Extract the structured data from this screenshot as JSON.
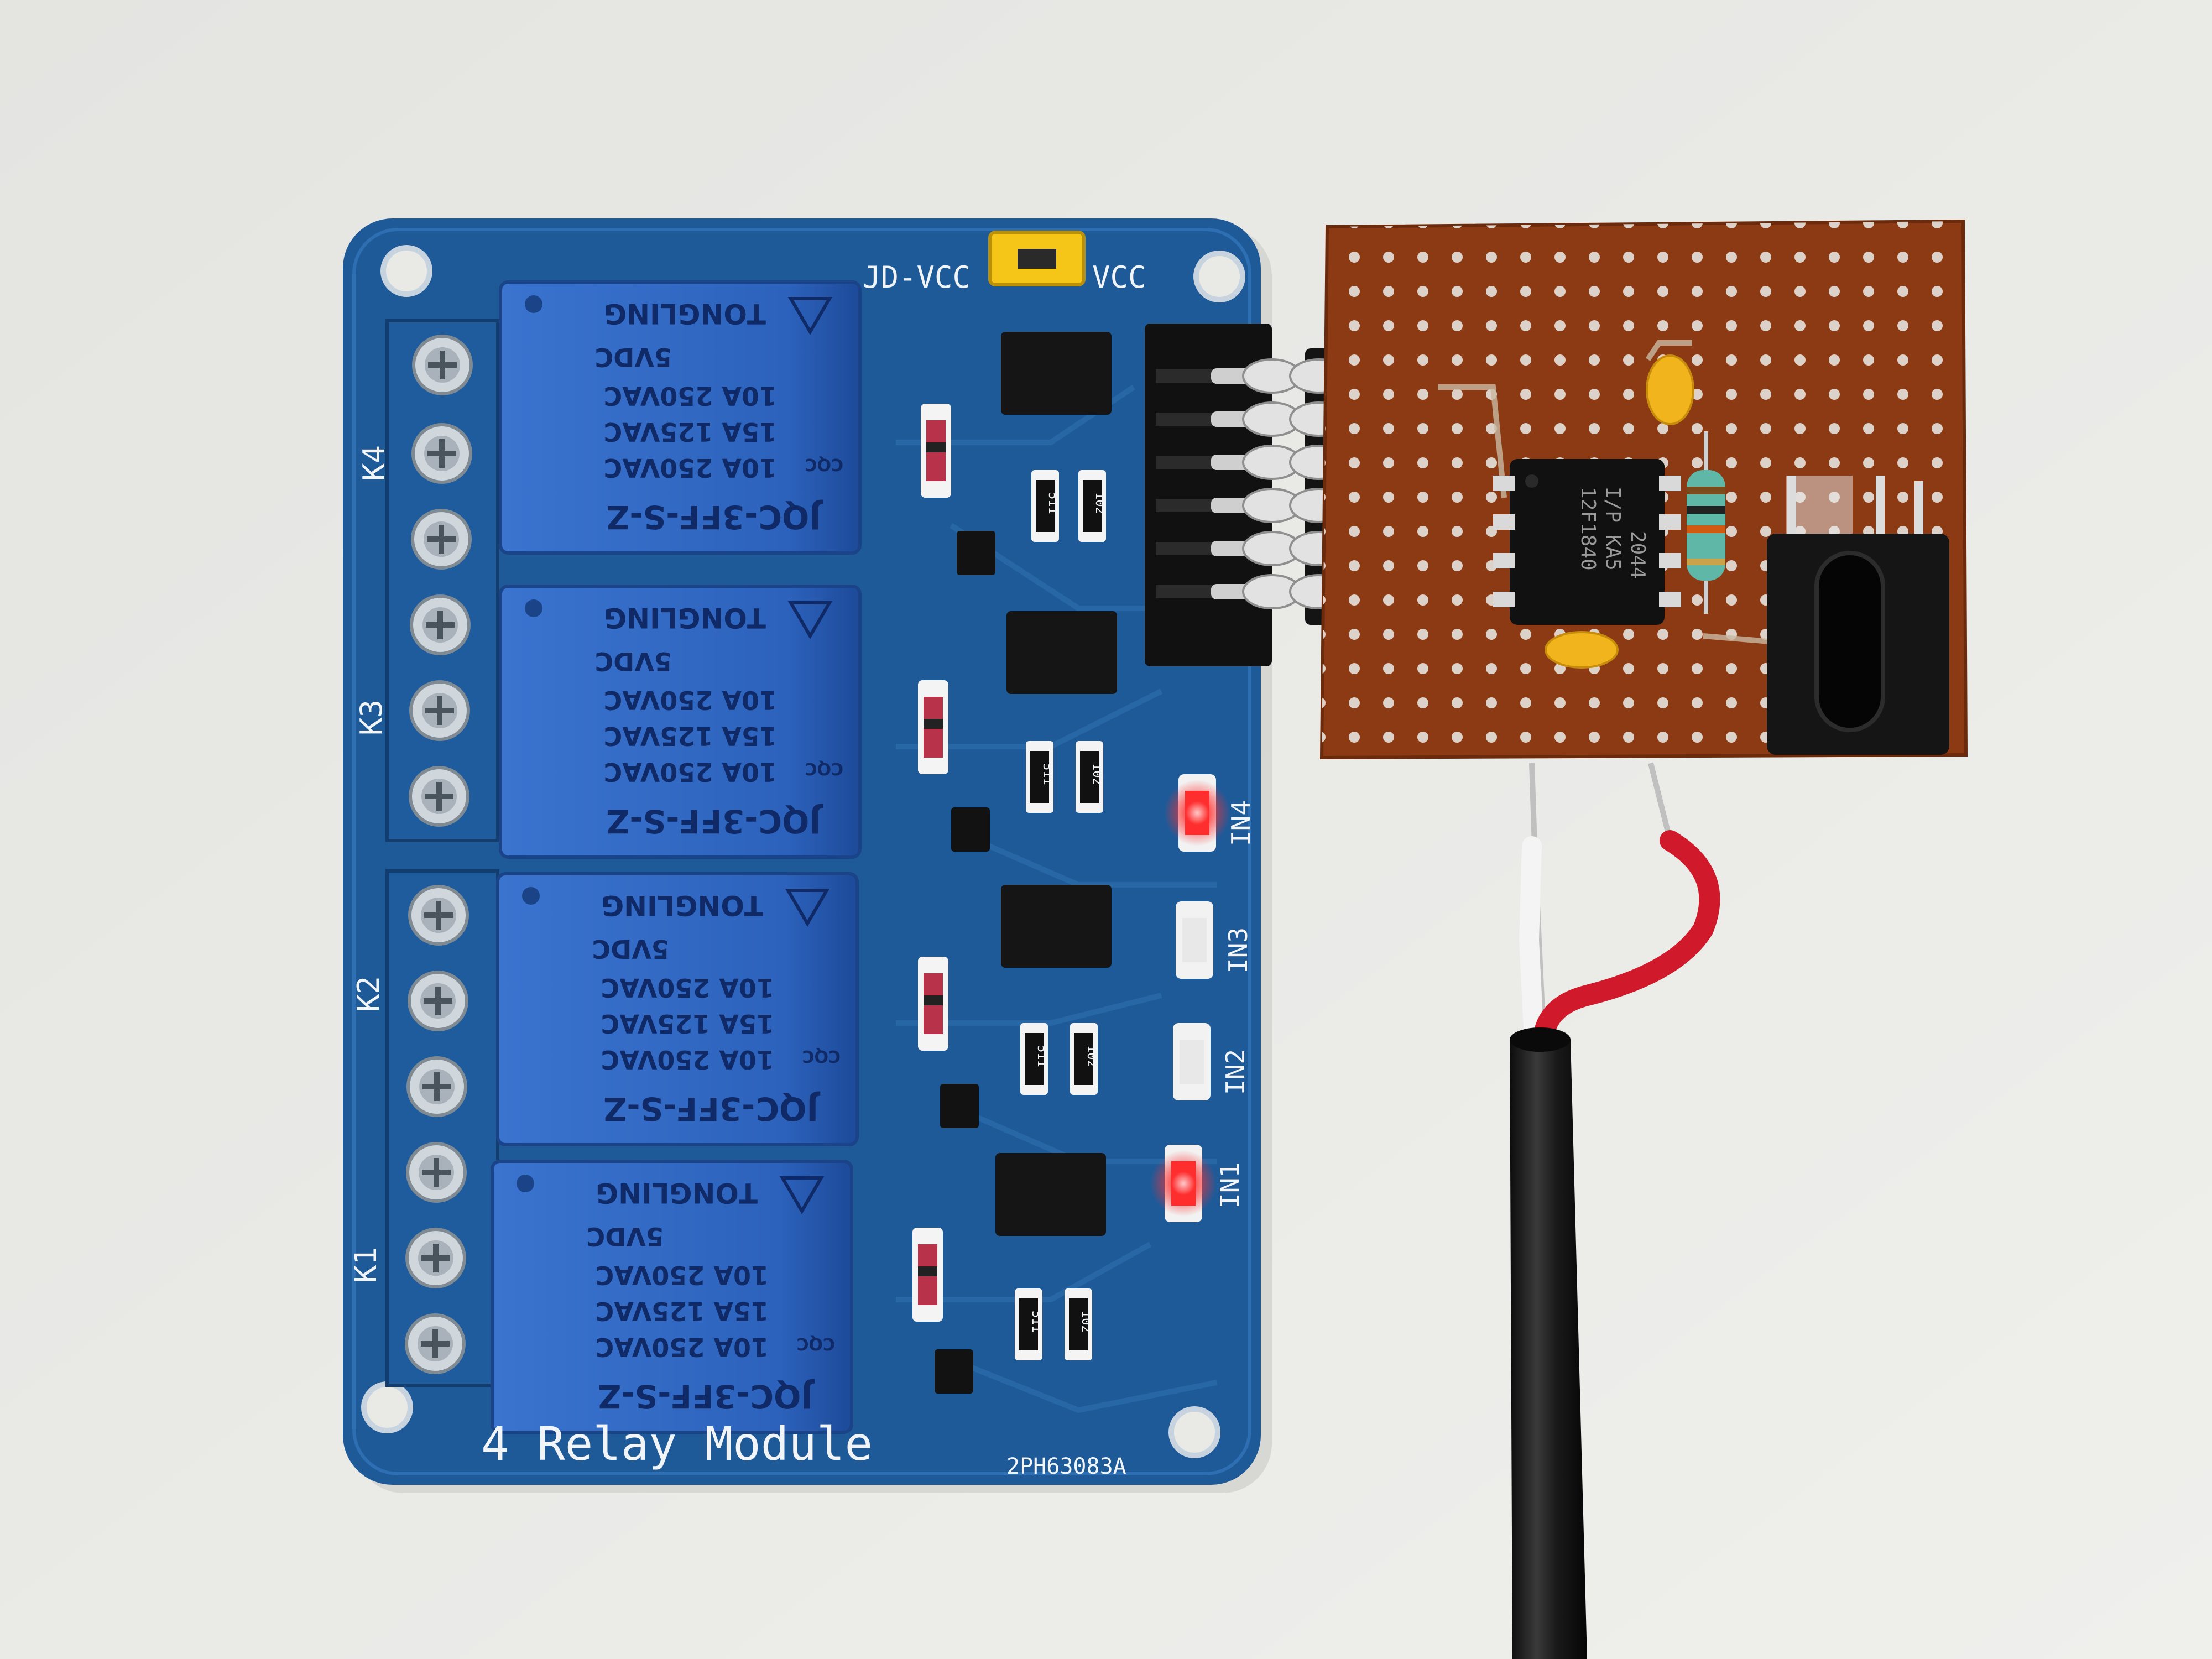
{
  "relay_module": {
    "board_title": "4 Relay Module",
    "board_code": "2PH63083A",
    "jumper_left_label": "JD-VCC",
    "jumper_right_label": "VCC",
    "terminal_labels": [
      "K4",
      "K3",
      "K2",
      "K1"
    ],
    "input_labels": [
      "IN4",
      "IN3",
      "IN2",
      "IN1"
    ],
    "input_led_states": [
      true,
      false,
      false,
      true
    ],
    "resistor_codes": [
      "511",
      "102"
    ],
    "relays": [
      {
        "model": "JQC-3FF-S-Z",
        "rating_1": "10A 250VAC",
        "rating_2": "15A 125VAC",
        "rating_3": "10A 250VAC",
        "coil": "5VDC",
        "brand": "TONGLING",
        "cert_mark": "CQC"
      },
      {
        "model": "JQC-3FF-S-Z",
        "rating_1": "10A 250VAC",
        "rating_2": "15A 125VAC",
        "rating_3": "10A 250VAC",
        "coil": "5VDC",
        "brand": "TONGLING",
        "cert_mark": "CQC"
      },
      {
        "model": "JQC-3FF-S-Z",
        "rating_1": "10A 250VAC",
        "rating_2": "15A 125VAC",
        "rating_3": "10A 250VAC",
        "coil": "5VDC",
        "brand": "TONGLING",
        "cert_mark": "CQC"
      },
      {
        "model": "JQC-3FF-S-Z",
        "rating_1": "10A 250VAC",
        "rating_2": "15A 125VAC",
        "rating_3": "10A 250VAC",
        "coil": "5VDC",
        "brand": "TONGLING",
        "cert_mark": "CQC"
      }
    ]
  },
  "controller_board": {
    "chip_line_1": "12F1840",
    "chip_line_2": "I/P KA5",
    "chip_line_3": "2044"
  },
  "colors": {
    "background": "#e9e9e6",
    "pcb_blue": "#1f5a98",
    "relay_blue": "#2f66c0",
    "perfboard": "#8c3a14",
    "led_red": "#ff2a2a",
    "cable": "#141414",
    "wire_red": "#d0192b"
  }
}
